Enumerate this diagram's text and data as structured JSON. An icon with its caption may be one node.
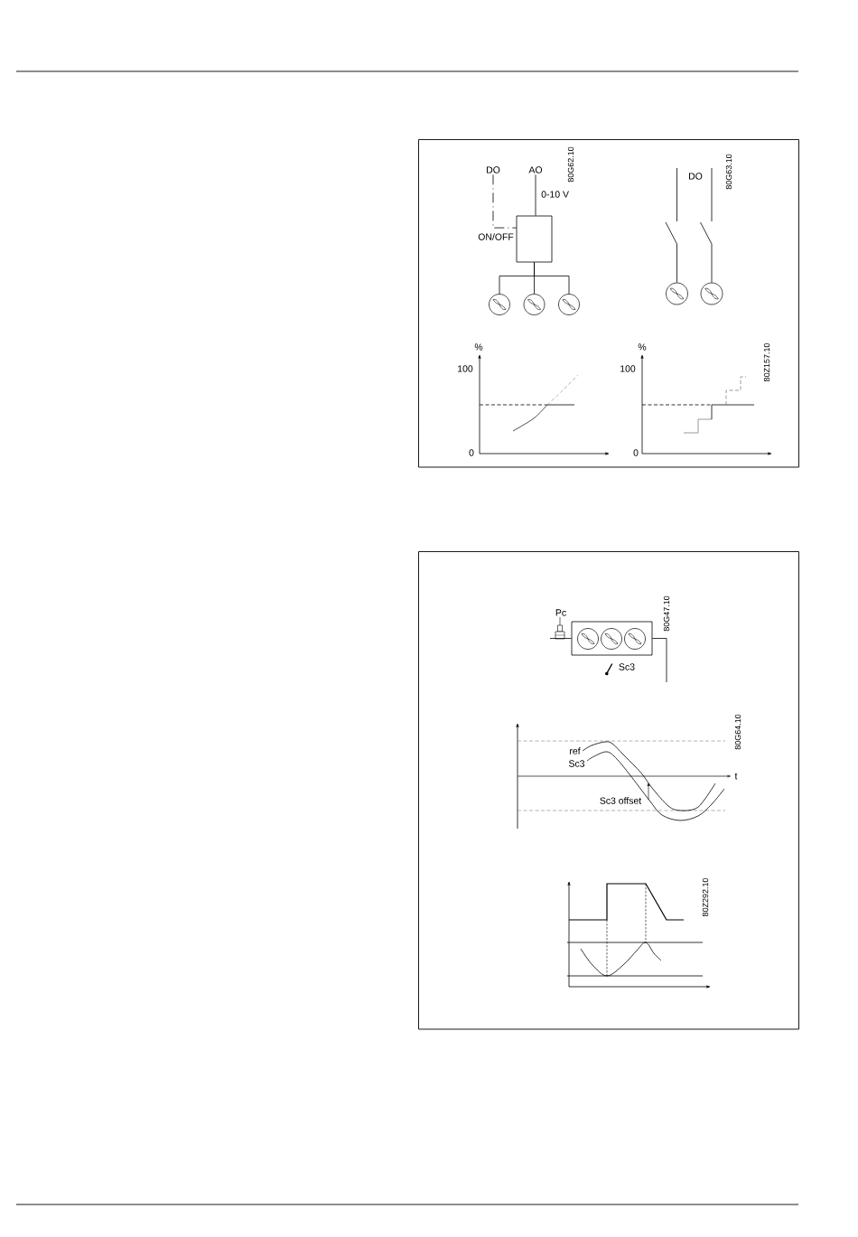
{
  "diagram": {
    "nodes": [
      {
        "text": [
          "DO"
        ]
      },
      {
        "text": [
          "AO"
        ]
      },
      {
        "text": [],
        "shape": "box"
      },
      {
        "text": [],
        "shape": "circle"
      },
      {
        "text": [],
        "shape": "circle"
      },
      {
        "text": [],
        "shape": "circle"
      },
      {
        "text": [],
        "shape": "circle"
      },
      {
        "text": [],
        "shape": "circle"
      },
      {
        "text": [],
        "shape": "box"
      },
      {
        "text": [],
        "shape": "circle",
        "in": 8
      },
      {
        "text": [],
        "shape": "circle",
        "in": 8
      },
      {
        "text": [],
        "shape": "circle",
        "in": 8
      }
    ],
    "edges": [
      {
        "from": 0,
        "to": 2,
        "arrow": "none",
        "style": "dashed",
        "label": "ON/OFF"
      },
      {
        "from": 1,
        "to": 2,
        "arrow": "none",
        "label": "0-10 V"
      },
      {
        "from": 2,
        "to": 3,
        "arrow": "none"
      },
      {
        "from": 2,
        "to": 4,
        "arrow": "none"
      },
      {
        "from": 2,
        "to": 5,
        "arrow": "none"
      },
      {
        "from": null,
        "to": 6,
        "arrow": "none"
      },
      {
        "from": null,
        "to": 7,
        "arrow": "none"
      },
      {
        "from": null,
        "to": 8,
        "arrow": "none"
      },
      {
        "from": 8,
        "to": null,
        "arrow": "none"
      }
    ],
    "labels": [
      "80G62.10",
      "DO",
      "80G63.10",
      "%",
      "100",
      "0",
      "%",
      "100",
      "80Z157.10",
      "0",
      "Pc",
      "80G47.10",
      "Sc3",
      "80G64.10",
      "ref",
      "Sc3",
      "t",
      "Sc3 offset",
      "80Z292.10"
    ]
  }
}
